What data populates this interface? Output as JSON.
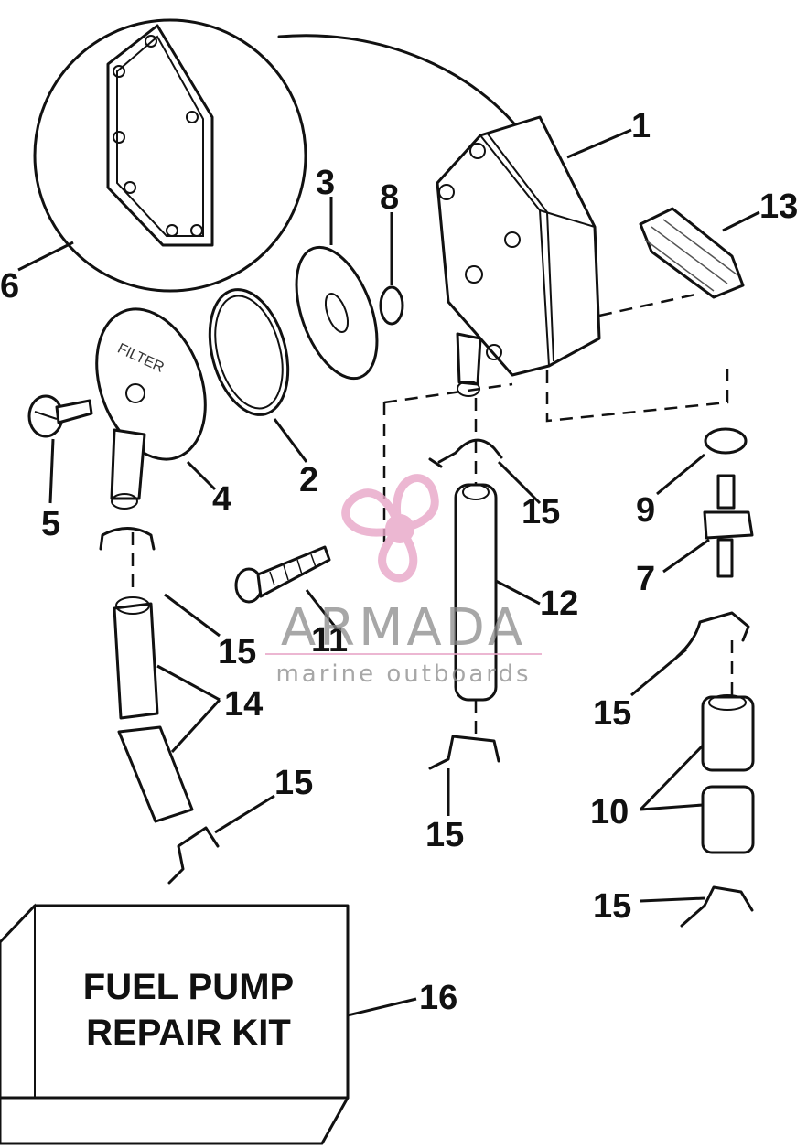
{
  "diagram": {
    "part_numbers": [
      "1",
      "2",
      "3",
      "4",
      "5",
      "6",
      "7",
      "8",
      "9",
      "10",
      "11",
      "12",
      "13",
      "14",
      "15",
      "16"
    ],
    "labels": {
      "p1": "1",
      "p2": "2",
      "p3": "3",
      "p4": "4",
      "p5": "5",
      "p6": "6",
      "p7": "7",
      "p8": "8",
      "p9": "9",
      "p10": "10",
      "p11": "11",
      "p12": "12",
      "p13": "13",
      "p14": "14",
      "p15": "15",
      "p16": "16"
    },
    "filter_cover_text": "FILTER",
    "kit_box": {
      "line1": "FUEL PUMP",
      "line2": "REPAIR KIT"
    }
  },
  "watermark": {
    "brand": "ARMADA",
    "tagline": "marine outboards",
    "accent_color": "#e8a6c8"
  },
  "colors": {
    "ink": "#111111",
    "background": "#ffffff"
  }
}
